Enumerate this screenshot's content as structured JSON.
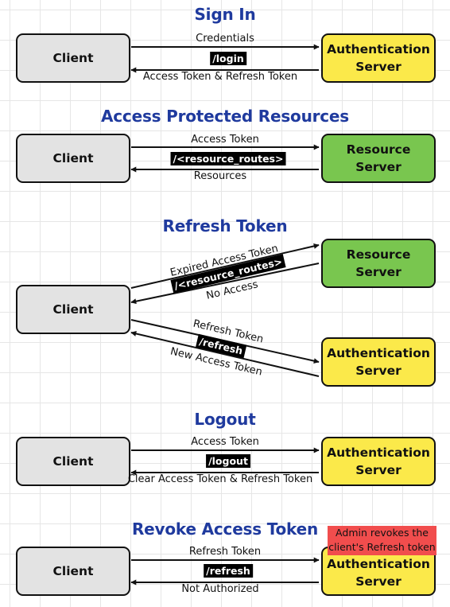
{
  "sign_in": {
    "title": "Sign In",
    "client": "Client",
    "server_line1": "Authentication",
    "server_line2": "Server",
    "request_label": "Credentials",
    "route": "/login",
    "response_label": "Access Token & Refresh Token"
  },
  "access_protected": {
    "title": "Access Protected Resources",
    "client": "Client",
    "server_line1": "Resource",
    "server_line2": "Server",
    "request_label": "Access Token",
    "route": "/<resource_routes>",
    "response_label": "Resources"
  },
  "refresh_token": {
    "title": "Refresh Token",
    "client": "Client",
    "resource_server_line1": "Resource",
    "resource_server_line2": "Server",
    "auth_server_line1": "Authentication",
    "auth_server_line2": "Server",
    "expired_label": "Expired Access Token",
    "resource_route": "/<resource_routes>",
    "no_access_label": "No Access",
    "refresh_label": "Refresh Token",
    "refresh_route": "/refresh",
    "new_token_label": "New Access Token"
  },
  "logout": {
    "title": "Logout",
    "client": "Client",
    "server_line1": "Authentication",
    "server_line2": "Server",
    "request_label": "Access Token",
    "route": "/logout",
    "response_label": "Clear Access Token & Refresh Token"
  },
  "revoke": {
    "title": "Revoke Access Token",
    "client": "Client",
    "server_line1": "Authentication",
    "server_line2": "Server",
    "request_label": "Refresh Token",
    "route": "/refresh",
    "response_label": "Not Authorized",
    "note_line1": "Admin revokes the",
    "note_line2": "client's Refresh token"
  },
  "colors": {
    "title": "#1f3a9e",
    "client_fill": "#e3e3e3",
    "auth_fill": "#fbe94a",
    "resource_fill": "#79c64f",
    "note_fill": "#f14d4d"
  }
}
